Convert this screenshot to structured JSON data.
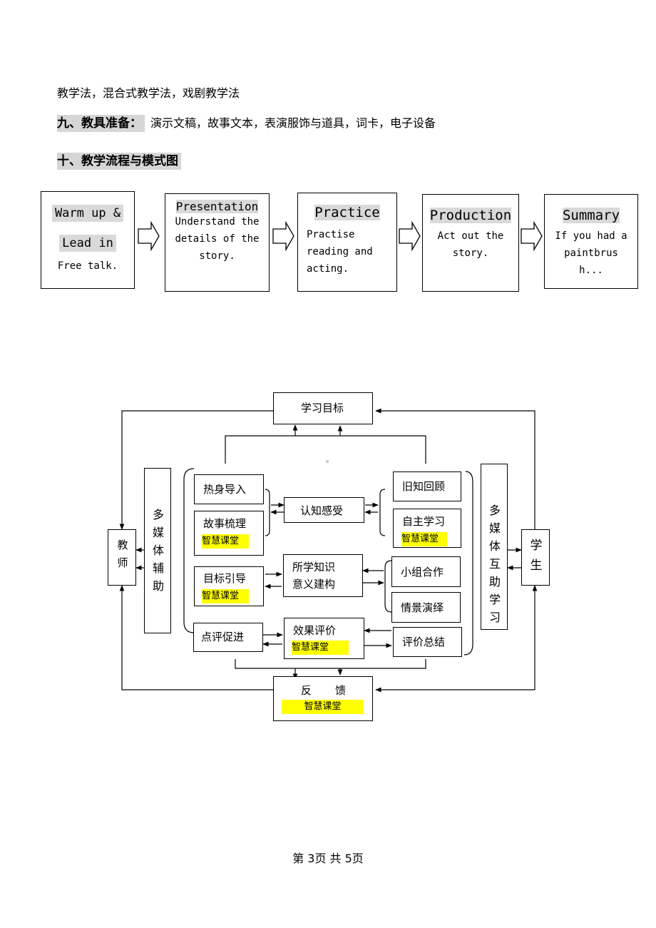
{
  "methods_line": "教学法，混合式教学法，戏剧教学法",
  "section9": {
    "heading": "九、教具准备：",
    "text": "演示文稿，故事文本，表演服饰与道具，词卡，电子设备"
  },
  "section10": {
    "heading": "十、教学流程与模式图"
  },
  "flow": [
    {
      "title": "Warm up &",
      "title2": "Lead in",
      "desc": "Free talk."
    },
    {
      "title": "Presentation",
      "desc": "Understand the details of the story."
    },
    {
      "title": "Practice",
      "desc": "Practise reading and acting."
    },
    {
      "title": "Production",
      "desc": "Act out the story."
    },
    {
      "title": "Summary",
      "desc": "If you had a paintbrush..."
    }
  ],
  "diagram": {
    "goal": "学习目标",
    "teacher": "教师",
    "student": "学生",
    "multimedia_aid": "多媒体辅助",
    "multimedia_mutual": "多媒体互助学习",
    "warmup": "热身导入",
    "story": "故事梳理",
    "cognition": "认知感受",
    "review": "旧知回顾",
    "self_study": "自主学习",
    "target_guide": "目标引导",
    "knowledge": "所学知识",
    "knowledge2": "意义建构",
    "group": "小组合作",
    "scene": "情景演绎",
    "comment": "点评促进",
    "effect": "效果评价",
    "summary": "评价总结",
    "feedback_a": "反",
    "feedback_b": "馈",
    "smart": "智慧课堂"
  },
  "footer": "第 3页 共 5页"
}
